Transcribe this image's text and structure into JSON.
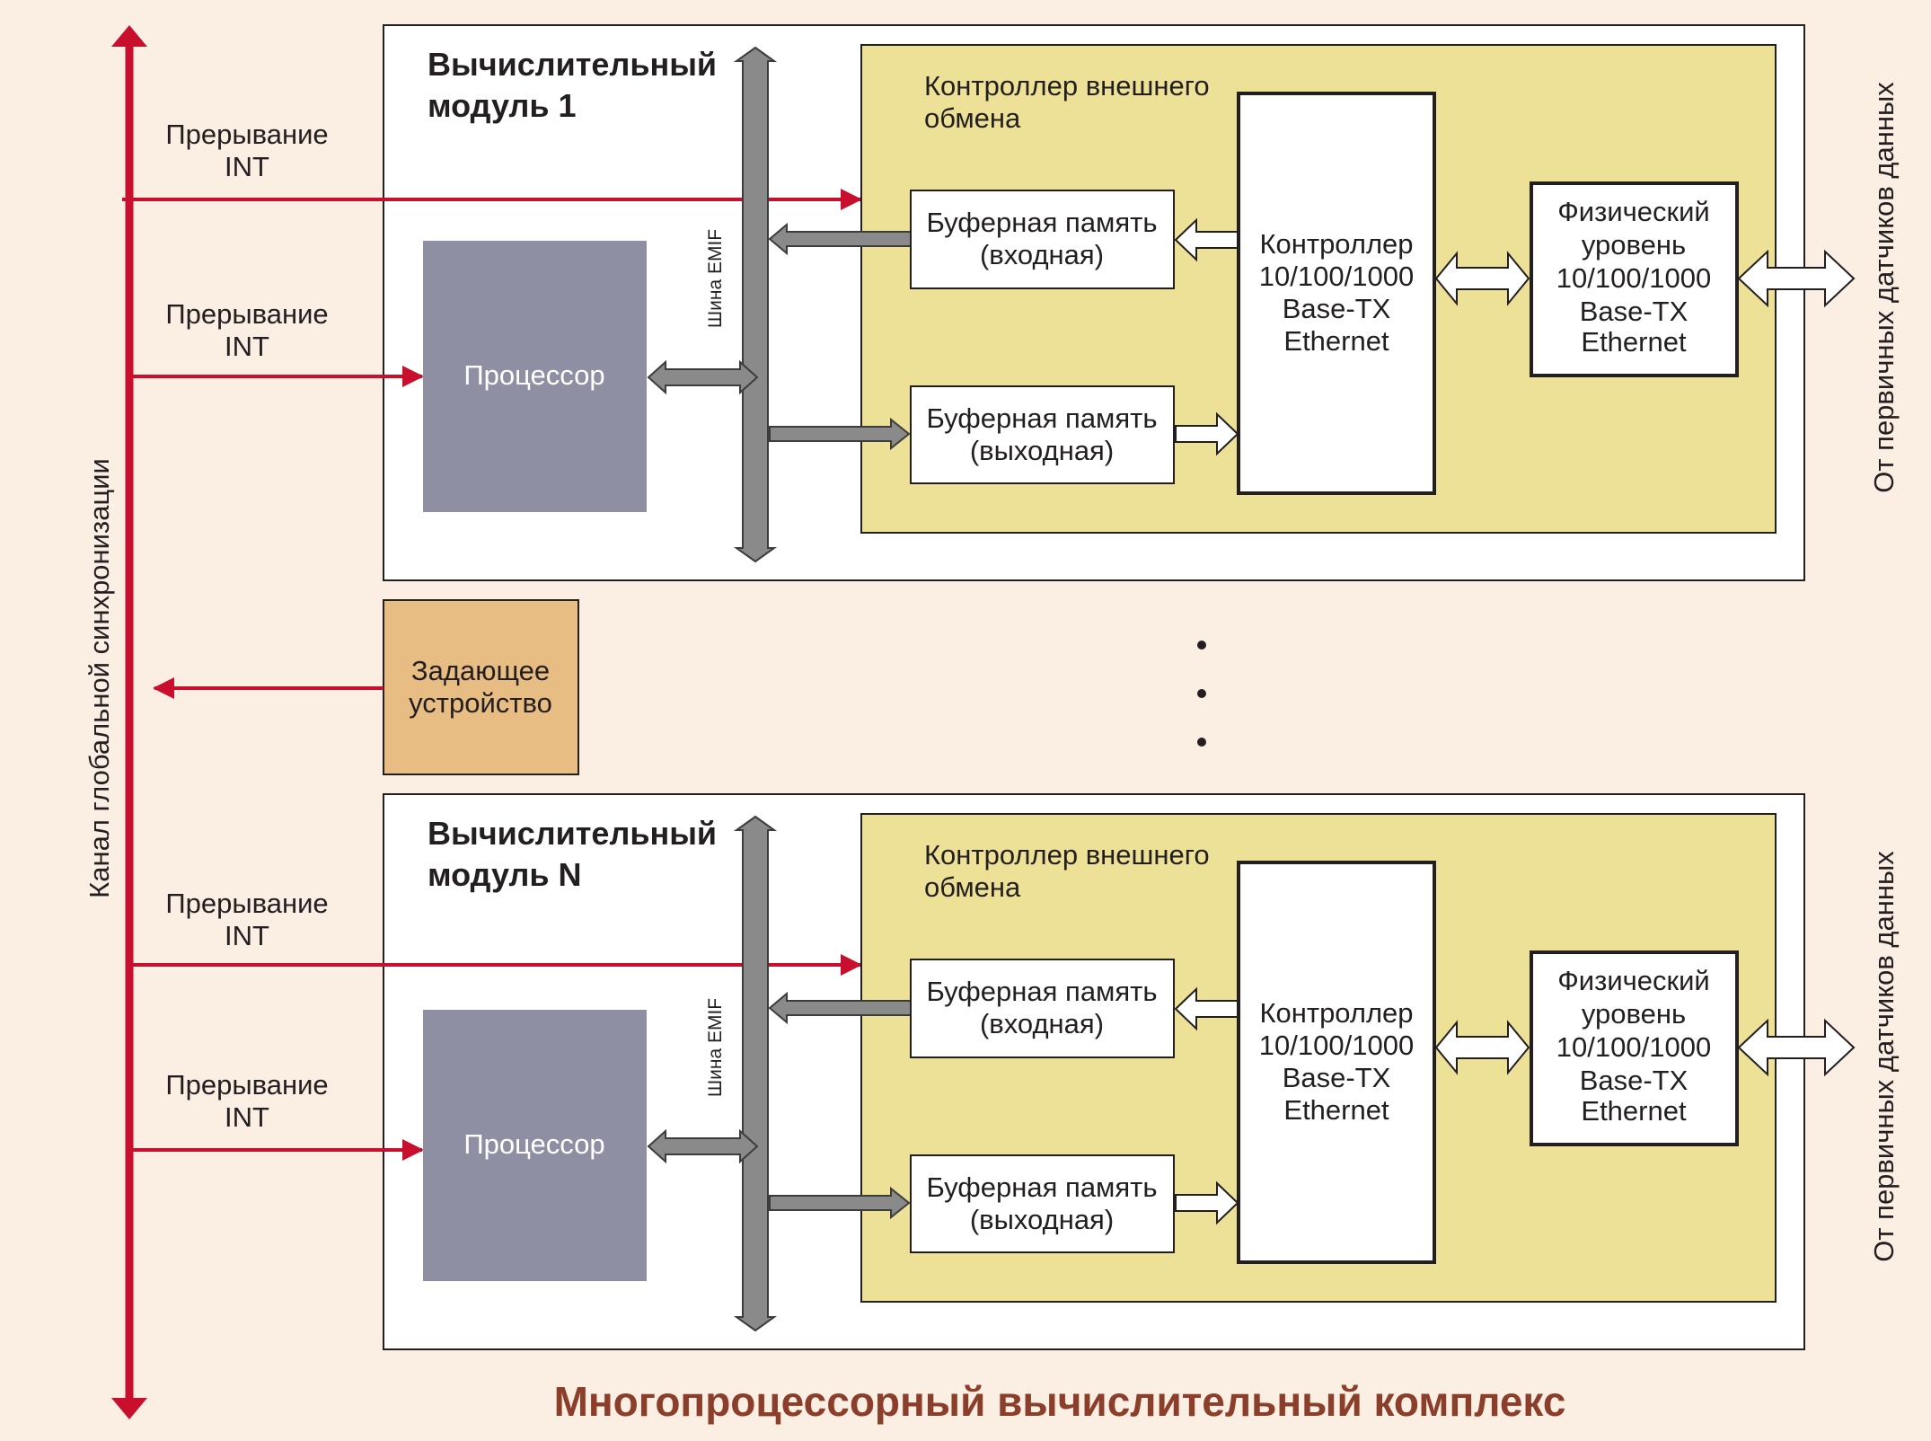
{
  "diagram": {
    "title": "Многопроцессорный вычислительный комплекс",
    "sync_channel_label": "Канал глобальной синхронизации",
    "master_device_label": [
      "Задающее",
      "устройство"
    ],
    "ellipsis_dots": 3,
    "modules": [
      {
        "title": [
          "Вычислительный",
          "модуль 1"
        ],
        "interrupt_1": [
          "Прерывание",
          "INT"
        ],
        "interrupt_2": [
          "Прерывание",
          "INT"
        ],
        "processor_label": "Процессор",
        "bus_label": "Шина EMIF",
        "controller_title": [
          "Контроллер внешнего",
          "обмена"
        ],
        "buffer_in": [
          "Буферная память",
          "(входная)"
        ],
        "buffer_out": [
          "Буферная память",
          "(выходная)"
        ],
        "eth_controller": [
          "Контроллер",
          "10/100/1000",
          "Base-TX",
          "Ethernet"
        ],
        "phy": [
          "Физический",
          "уровень",
          "10/100/1000",
          "Base-TX",
          "Ethernet"
        ],
        "sensor_label": "От первичных датчиков данных"
      },
      {
        "title": [
          "Вычислительный",
          "модуль N"
        ],
        "interrupt_1": [
          "Прерывание",
          "INT"
        ],
        "interrupt_2": [
          "Прерывание",
          "INT"
        ],
        "processor_label": "Процессор",
        "bus_label": "Шина EMIF",
        "controller_title": [
          "Контроллер внешнего",
          "обмена"
        ],
        "buffer_in": [
          "Буферная память",
          "(входная)"
        ],
        "buffer_out": [
          "Буферная память",
          "(выходная)"
        ],
        "eth_controller": [
          "Контроллер",
          "10/100/1000",
          "Base-TX",
          "Ethernet"
        ],
        "phy": [
          "Физический",
          "уровень",
          "10/100/1000",
          "Base-TX",
          "Ethernet"
        ],
        "sensor_label": "От первичных датчиков данных"
      }
    ],
    "colors": {
      "background": "#fbeee3",
      "sync_line": "#c8102e",
      "module_box": "#ffffff",
      "controller_area": "#ece196",
      "processor": "#8f8fa3",
      "master_device": "#e8bd83",
      "bus": "#8a8a8a",
      "title": "#8b3e2a",
      "outline": "#231f20"
    }
  }
}
